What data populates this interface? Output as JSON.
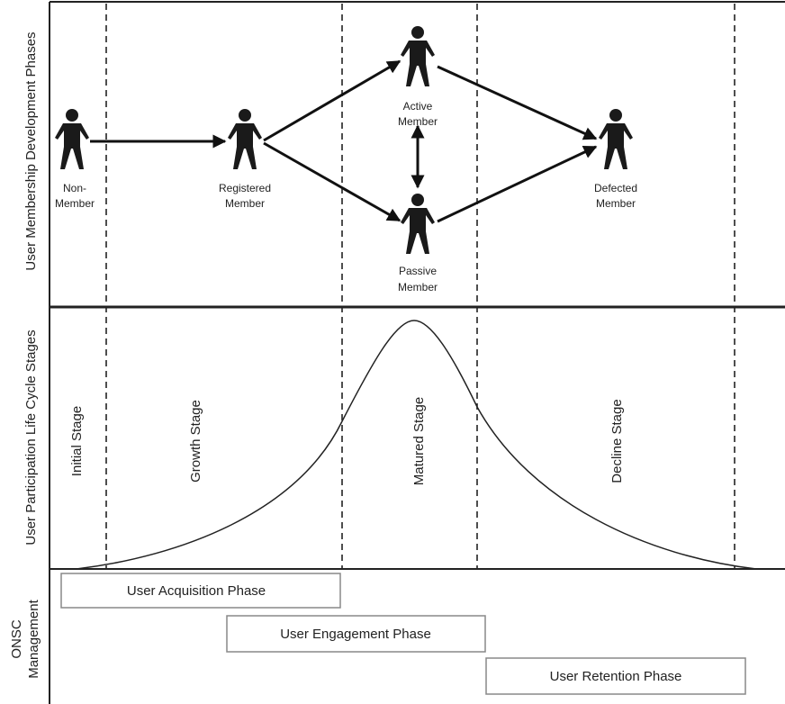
{
  "row_labels": {
    "top": "User Membership Development Phases",
    "middle": "User Participation Life Cycle Stages",
    "bottom_line1": "ONSC",
    "bottom_line2": "Management"
  },
  "members": {
    "non_member": [
      "Non-",
      "Member"
    ],
    "registered": [
      "Registered",
      "Member"
    ],
    "active": [
      "Active",
      "Member"
    ],
    "passive": [
      "Passive",
      "Member"
    ],
    "defected": [
      "Defected",
      "Member"
    ]
  },
  "stages": {
    "initial": "Initial Stage",
    "growth": "Growth Stage",
    "matured": "Matured Stage",
    "decline": "Decline Stage"
  },
  "phases": {
    "acquisition": "User Acquisition Phase",
    "engagement": "User Engagement Phase",
    "retention": "User Retention Phase"
  }
}
